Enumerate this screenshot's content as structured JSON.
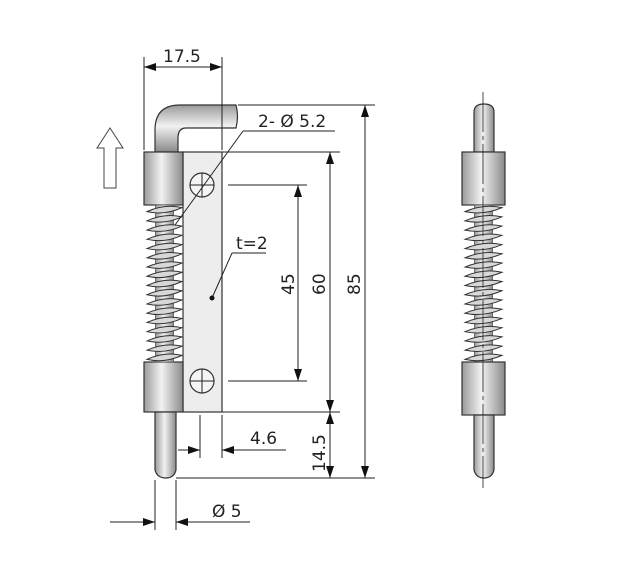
{
  "dimensions": {
    "width_top": "17.5",
    "holes": "2- Ø 5.2",
    "thickness": "t=2",
    "hole_spacing": "45",
    "plate_length": "60",
    "overall_length": "85",
    "pin_extension": "14.5",
    "pin_offset": "4.6",
    "pin_diameter": "Ø 5"
  },
  "colors": {
    "metal_light": "#e6e6e6",
    "metal_dark": "#8a8a8a",
    "plate": "#ededed"
  }
}
